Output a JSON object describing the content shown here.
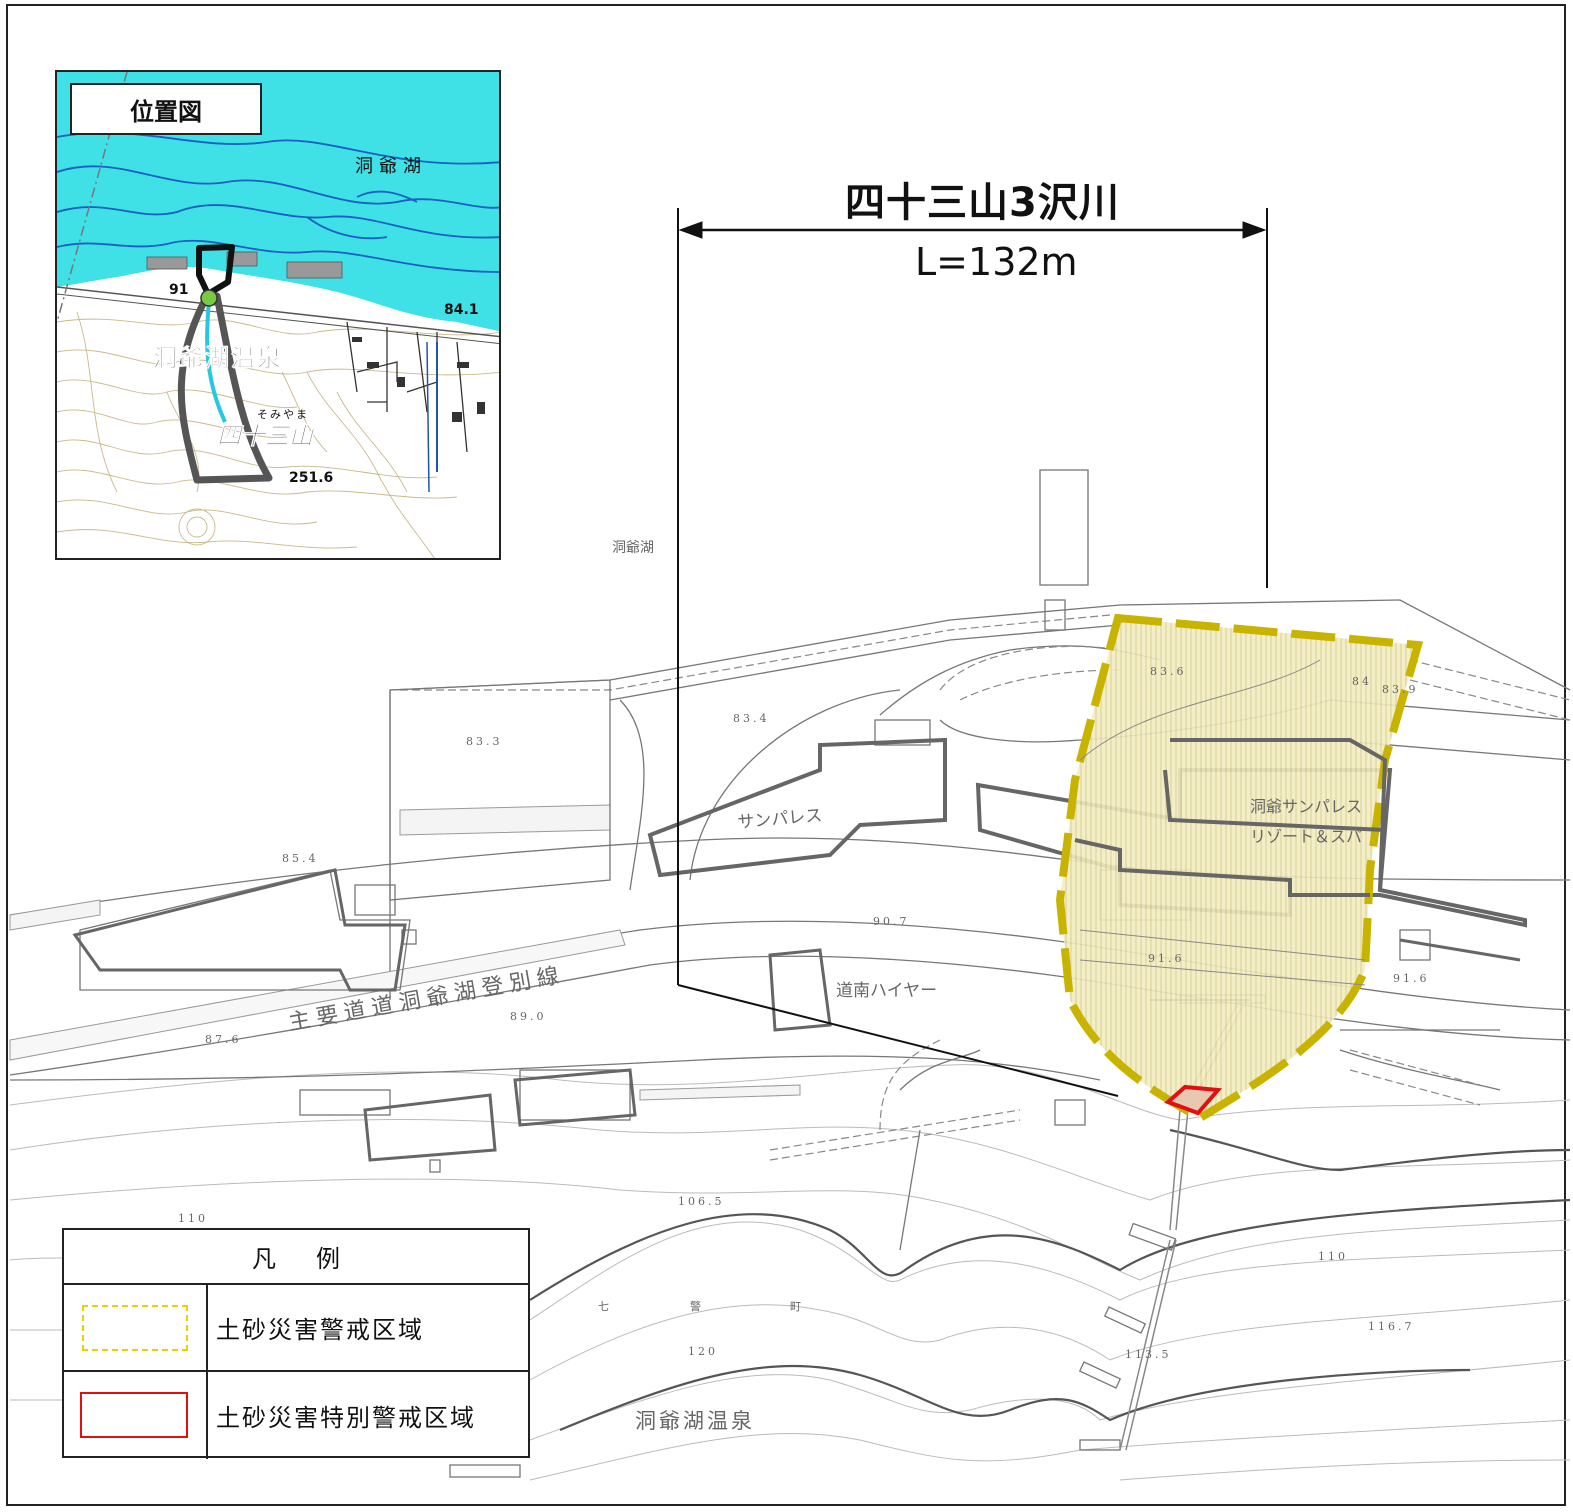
{
  "inset": {
    "title": "位置図",
    "lake_label": "洞爺湖",
    "town_label": "洞爺湖温泉",
    "mountain_label": "四十三山",
    "mountain_reading": "そみやま",
    "spot_heights": [
      "91",
      "84.1",
      "251.6"
    ],
    "colors": {
      "lake": "#3fe0e6",
      "stream": "#25c8e0",
      "outline": "#555555",
      "point": "#7ac943"
    }
  },
  "dimension": {
    "stream_name": "四十三山3沢川",
    "length_label": "L=132m"
  },
  "map": {
    "labels": {
      "lake": "洞爺湖",
      "route": "主要道道洞爺湖登別線",
      "sunpalace": "サンパレス",
      "resort_line1": "洞爺サンパレス",
      "resort_line2": "リゾート＆スパ",
      "hire": "道南ハイヤー",
      "onsen": "洞爺湖温泉",
      "town_fragment_1": "七",
      "town_fragment_2": "警",
      "town_fragment_3": "町"
    },
    "spot_heights": [
      "83.4",
      "83.3",
      "83.6",
      "84",
      "83.9",
      "85.4",
      "90.7",
      "91.6",
      "91.6",
      "89.0",
      "87.6",
      "106.5",
      "110",
      "116.7",
      "113.5",
      "120",
      "110"
    ],
    "colors": {
      "warning_zone": "#c8b400",
      "warning_fill": "#f3ecc0",
      "special_zone": "#e01010",
      "base_line": "#888888"
    }
  },
  "legend": {
    "title": "凡例",
    "items": [
      {
        "label": "土砂災害警戒区域",
        "color": "#e8d200"
      },
      {
        "label": "土砂災害特別警戒区域",
        "color": "#e01010"
      }
    ]
  }
}
